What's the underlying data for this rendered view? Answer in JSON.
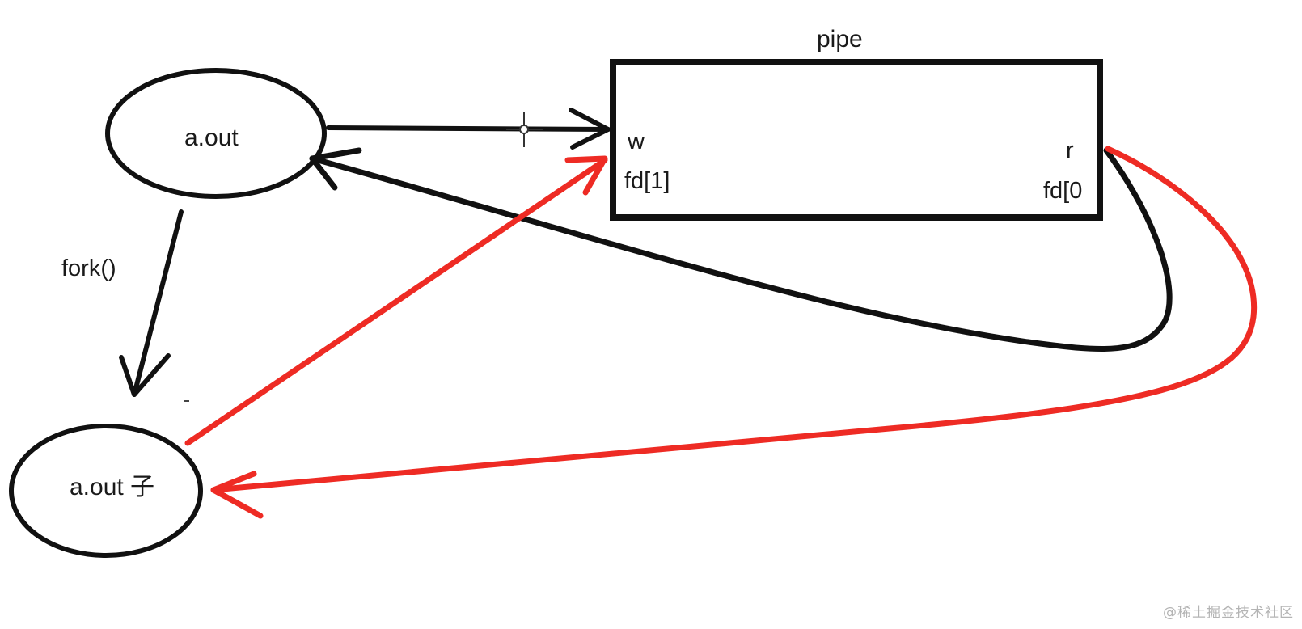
{
  "diagram": {
    "parent_process": {
      "label": "a.out"
    },
    "child_process": {
      "label": "a.out 子"
    },
    "pipe": {
      "title": "pipe",
      "write_end": "w",
      "write_fd": "fd[1]",
      "read_end": "r",
      "read_fd": "fd[0"
    },
    "fork_label": "fork()",
    "colors": {
      "ink": "#111111",
      "red": "#ee2b24"
    },
    "cursor_icon": "crosshair-cursor-icon"
  },
  "watermark": "@稀土掘金技术社区"
}
